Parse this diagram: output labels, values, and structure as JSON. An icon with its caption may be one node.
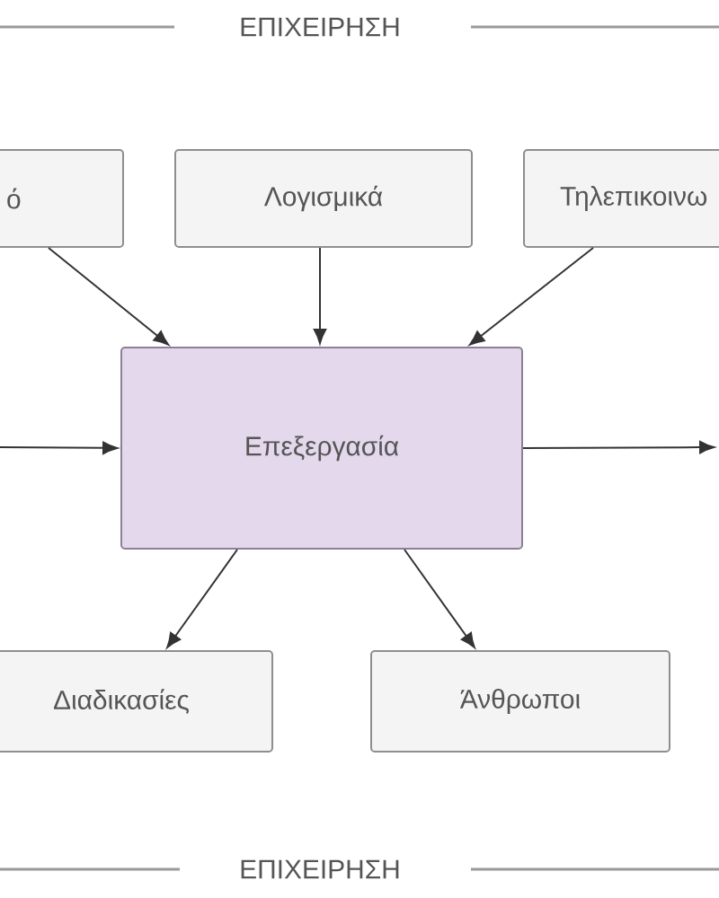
{
  "diagram": {
    "nodes": [
      {
        "text": [
          "ό"
        ]
      },
      {
        "text": [
          "Λογισμικά"
        ]
      },
      {
        "text": [
          "Τηλεπικοινω"
        ]
      },
      {
        "text": [
          "Επεξεργασία"
        ]
      },
      {
        "text": [
          "Διαδικασίες"
        ]
      },
      {
        "text": [
          "Άνθρωποι"
        ]
      }
    ],
    "edges": [
      {
        "from": 0,
        "to": 3,
        "arrow": "to"
      },
      {
        "from": 1,
        "to": 3,
        "arrow": "to"
      },
      {
        "from": 2,
        "to": 3,
        "arrow": "to"
      },
      {
        "from": null,
        "to": 3,
        "arrow": "to"
      },
      {
        "from": 3,
        "to": null,
        "arrow": "to"
      },
      {
        "from": 3,
        "to": 4,
        "arrow": "to"
      },
      {
        "from": 3,
        "to": 5,
        "arrow": "to"
      }
    ],
    "labels": [
      "ΕΠΙΧΕΙΡΗΣΗ",
      "ΕΠΙΧΕΙΡΗΣΗ"
    ]
  }
}
